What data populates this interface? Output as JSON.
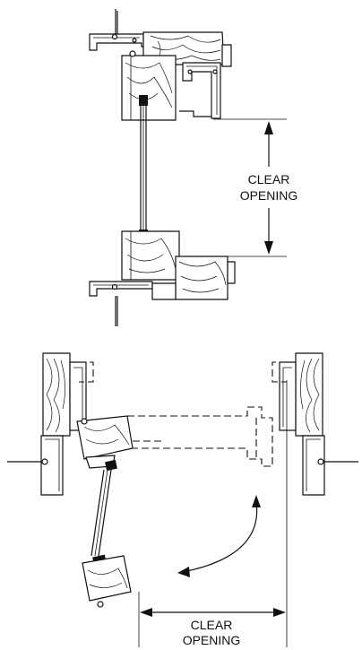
{
  "top_view": {
    "label_line1": "CLEAR",
    "label_line2": "OPENING"
  },
  "bottom_view": {
    "label_line1": "CLEAR",
    "label_line2": "OPENING"
  }
}
